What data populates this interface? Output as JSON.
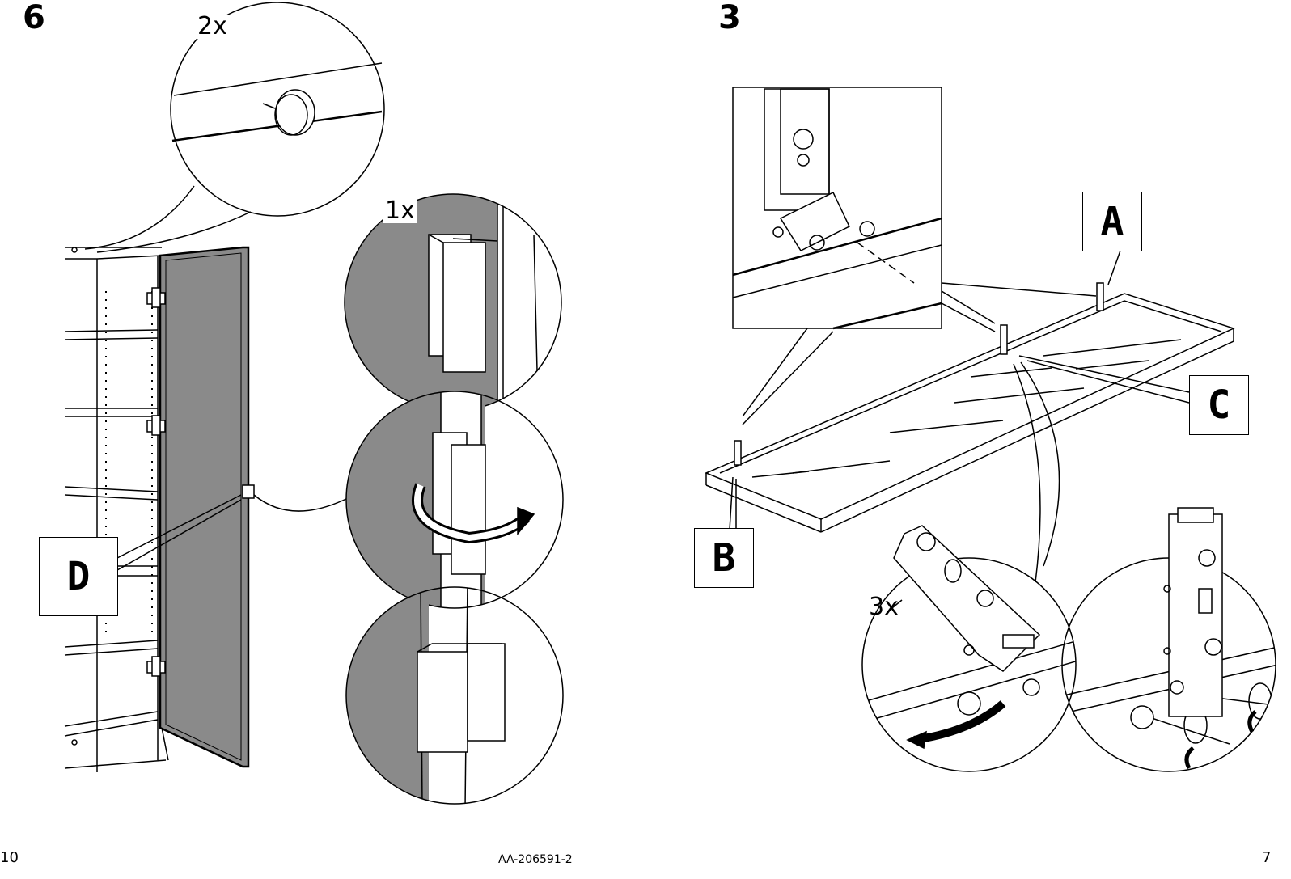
{
  "left_page": {
    "step_number": "6",
    "callouts": {
      "top_quantity": "2x",
      "clip_quantity": "1x"
    },
    "part_label": "D",
    "page_number": "10",
    "colors": {
      "panel_fill": "#8a8a8a",
      "line": "#000000",
      "paper": "#ffffff"
    }
  },
  "right_page": {
    "step_number": "3",
    "labels": {
      "a": "A",
      "b": "B",
      "c": "C"
    },
    "hinge_quantity": "3x",
    "page_number": "7"
  },
  "footer": {
    "document_id": "AA-206591-2"
  }
}
